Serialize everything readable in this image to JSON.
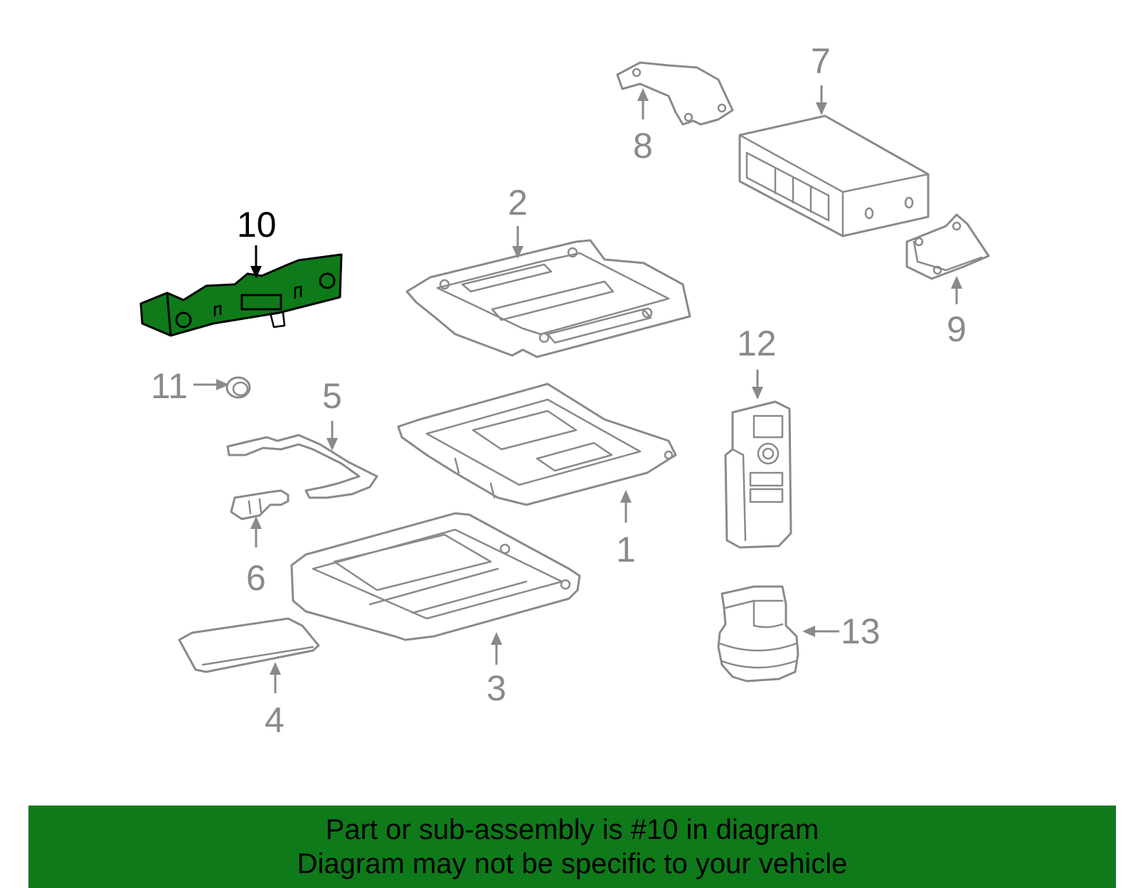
{
  "callouts": {
    "c1": "1",
    "c2": "2",
    "c3": "3",
    "c4": "4",
    "c5": "5",
    "c6": "6",
    "c7": "7",
    "c8": "8",
    "c9": "9",
    "c10": "10",
    "c11": "11",
    "c12": "12",
    "c13": "13"
  },
  "highlighted_part": "10",
  "colors": {
    "highlight_fill": "#0f7a1a",
    "banner_background": "#0f7a1a",
    "line_gray": "#8a8a8a"
  },
  "banner": {
    "line1": "Part or sub-assembly is #10 in diagram",
    "line2": "Diagram may not be specific to your vehicle"
  }
}
